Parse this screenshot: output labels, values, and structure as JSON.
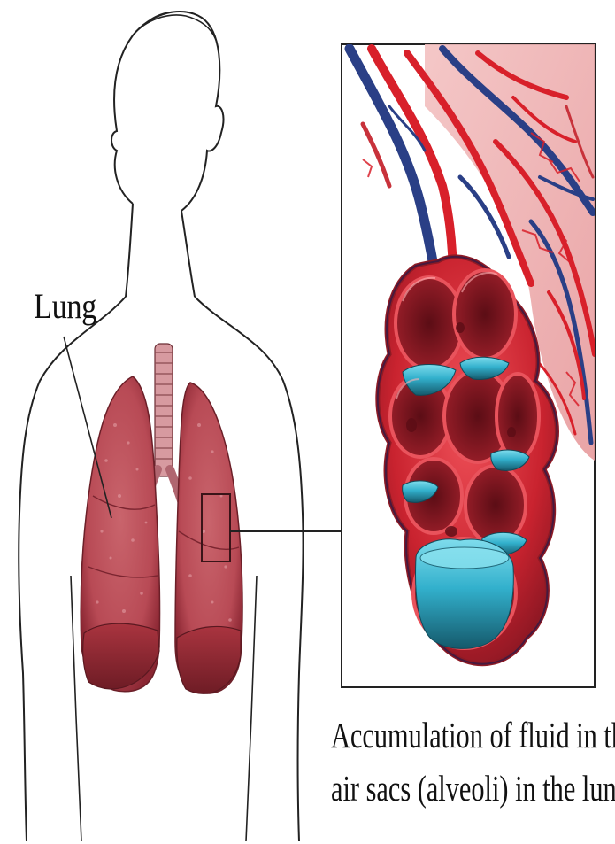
{
  "labels": {
    "organ": "Lung",
    "caption_line1": "Accumulation of fluid in the",
    "caption_line2": "air sacs (alveoli) in the lungs"
  },
  "colors": {
    "outline": "#222222",
    "lung_tissue": "#b84a55",
    "lung_dark": "#8a2632",
    "artery": "#d8202a",
    "vein": "#2a3f86",
    "alveolar_wall": "#c9333d",
    "fluid": "#3bb8d3",
    "fluid_dark": "#1d6f86"
  }
}
